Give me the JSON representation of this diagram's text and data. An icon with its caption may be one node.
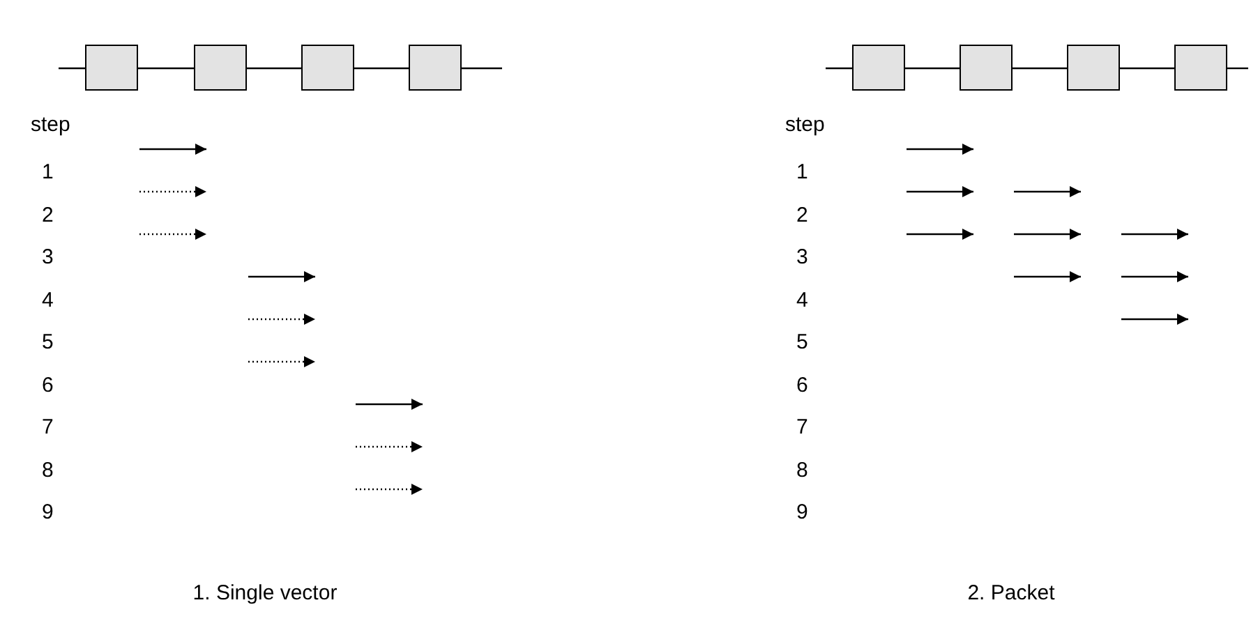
{
  "diagram": {
    "nodes": [
      {
        "text": [],
        "shape": "box"
      },
      {
        "text": [],
        "shape": "box"
      },
      {
        "text": [],
        "shape": "box"
      },
      {
        "text": [],
        "shape": "box"
      },
      {
        "text": [],
        "shape": "box"
      },
      {
        "text": [],
        "shape": "box"
      },
      {
        "text": [],
        "shape": "box"
      },
      {
        "text": [],
        "shape": "box"
      }
    ],
    "edges": [
      {
        "from": null,
        "to": 0,
        "arrow": "none"
      },
      {
        "from": 0,
        "to": 1,
        "arrow": "none"
      },
      {
        "from": 1,
        "to": 2,
        "arrow": "none"
      },
      {
        "from": 2,
        "to": 3,
        "arrow": "none"
      },
      {
        "from": 3,
        "to": null,
        "arrow": "none"
      },
      {
        "from": null,
        "to": 4,
        "arrow": "none"
      },
      {
        "from": 4,
        "to": 5,
        "arrow": "none"
      },
      {
        "from": 5,
        "to": 6,
        "arrow": "none"
      },
      {
        "from": 6,
        "to": 7,
        "arrow": "none"
      },
      {
        "from": 7,
        "to": null,
        "arrow": "none"
      }
    ],
    "labels": [
      "step",
      "1",
      "2",
      "3",
      "4",
      "5",
      "6",
      "7",
      "8",
      "9",
      "step",
      "1",
      "2",
      "3",
      "4",
      "5",
      "6",
      "7",
      "8",
      "9",
      "1. Single vector",
      "2. Packet"
    ]
  }
}
